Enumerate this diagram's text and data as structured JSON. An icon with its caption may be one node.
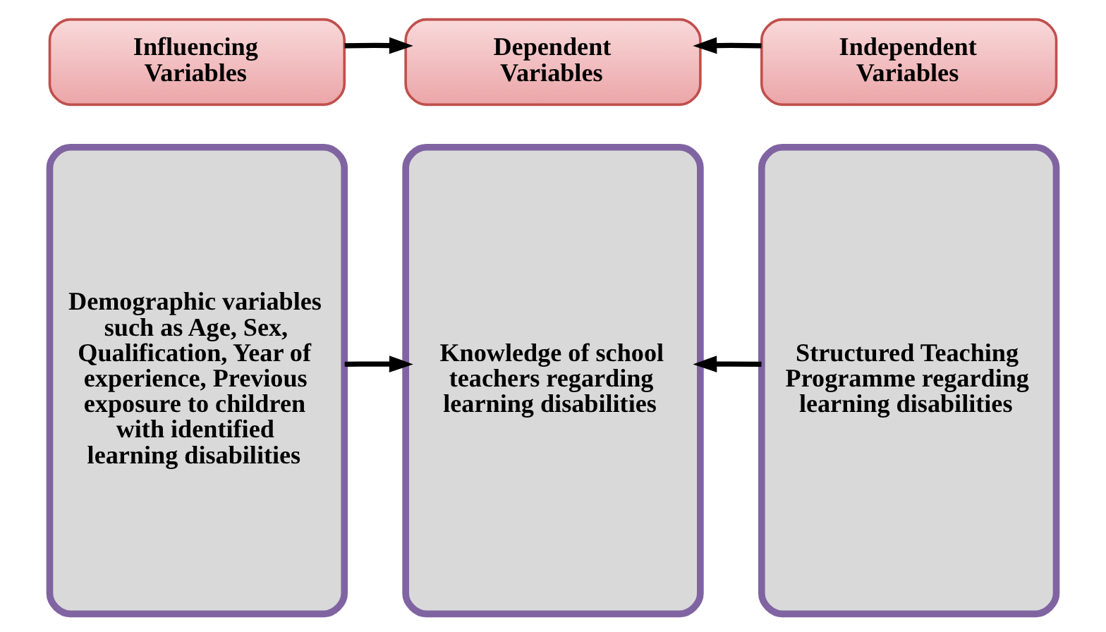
{
  "diagram": {
    "nodes": [
      {
        "text": [
          "Influencing Variables"
        ]
      },
      {
        "text": [
          "Dependent Variables"
        ]
      },
      {
        "text": [
          "Independent Variables"
        ]
      },
      {
        "text": [
          "Demographic variables such as Age, Sex, Qualification, Year of experience, Previous exposure to children with identified learning disabilities"
        ]
      },
      {
        "text": [
          "Knowledge of school teachers regarding learning disabilities"
        ]
      },
      {
        "text": [
          "Structured Teaching Programme regarding learning disabilities"
        ]
      }
    ],
    "edges": [
      {
        "from": 0,
        "to": 1,
        "arrow": "to"
      },
      {
        "from": 2,
        "to": 1,
        "arrow": "to"
      },
      {
        "from": 3,
        "to": 4,
        "arrow": "to"
      },
      {
        "from": 5,
        "to": 4,
        "arrow": "to"
      }
    ]
  }
}
